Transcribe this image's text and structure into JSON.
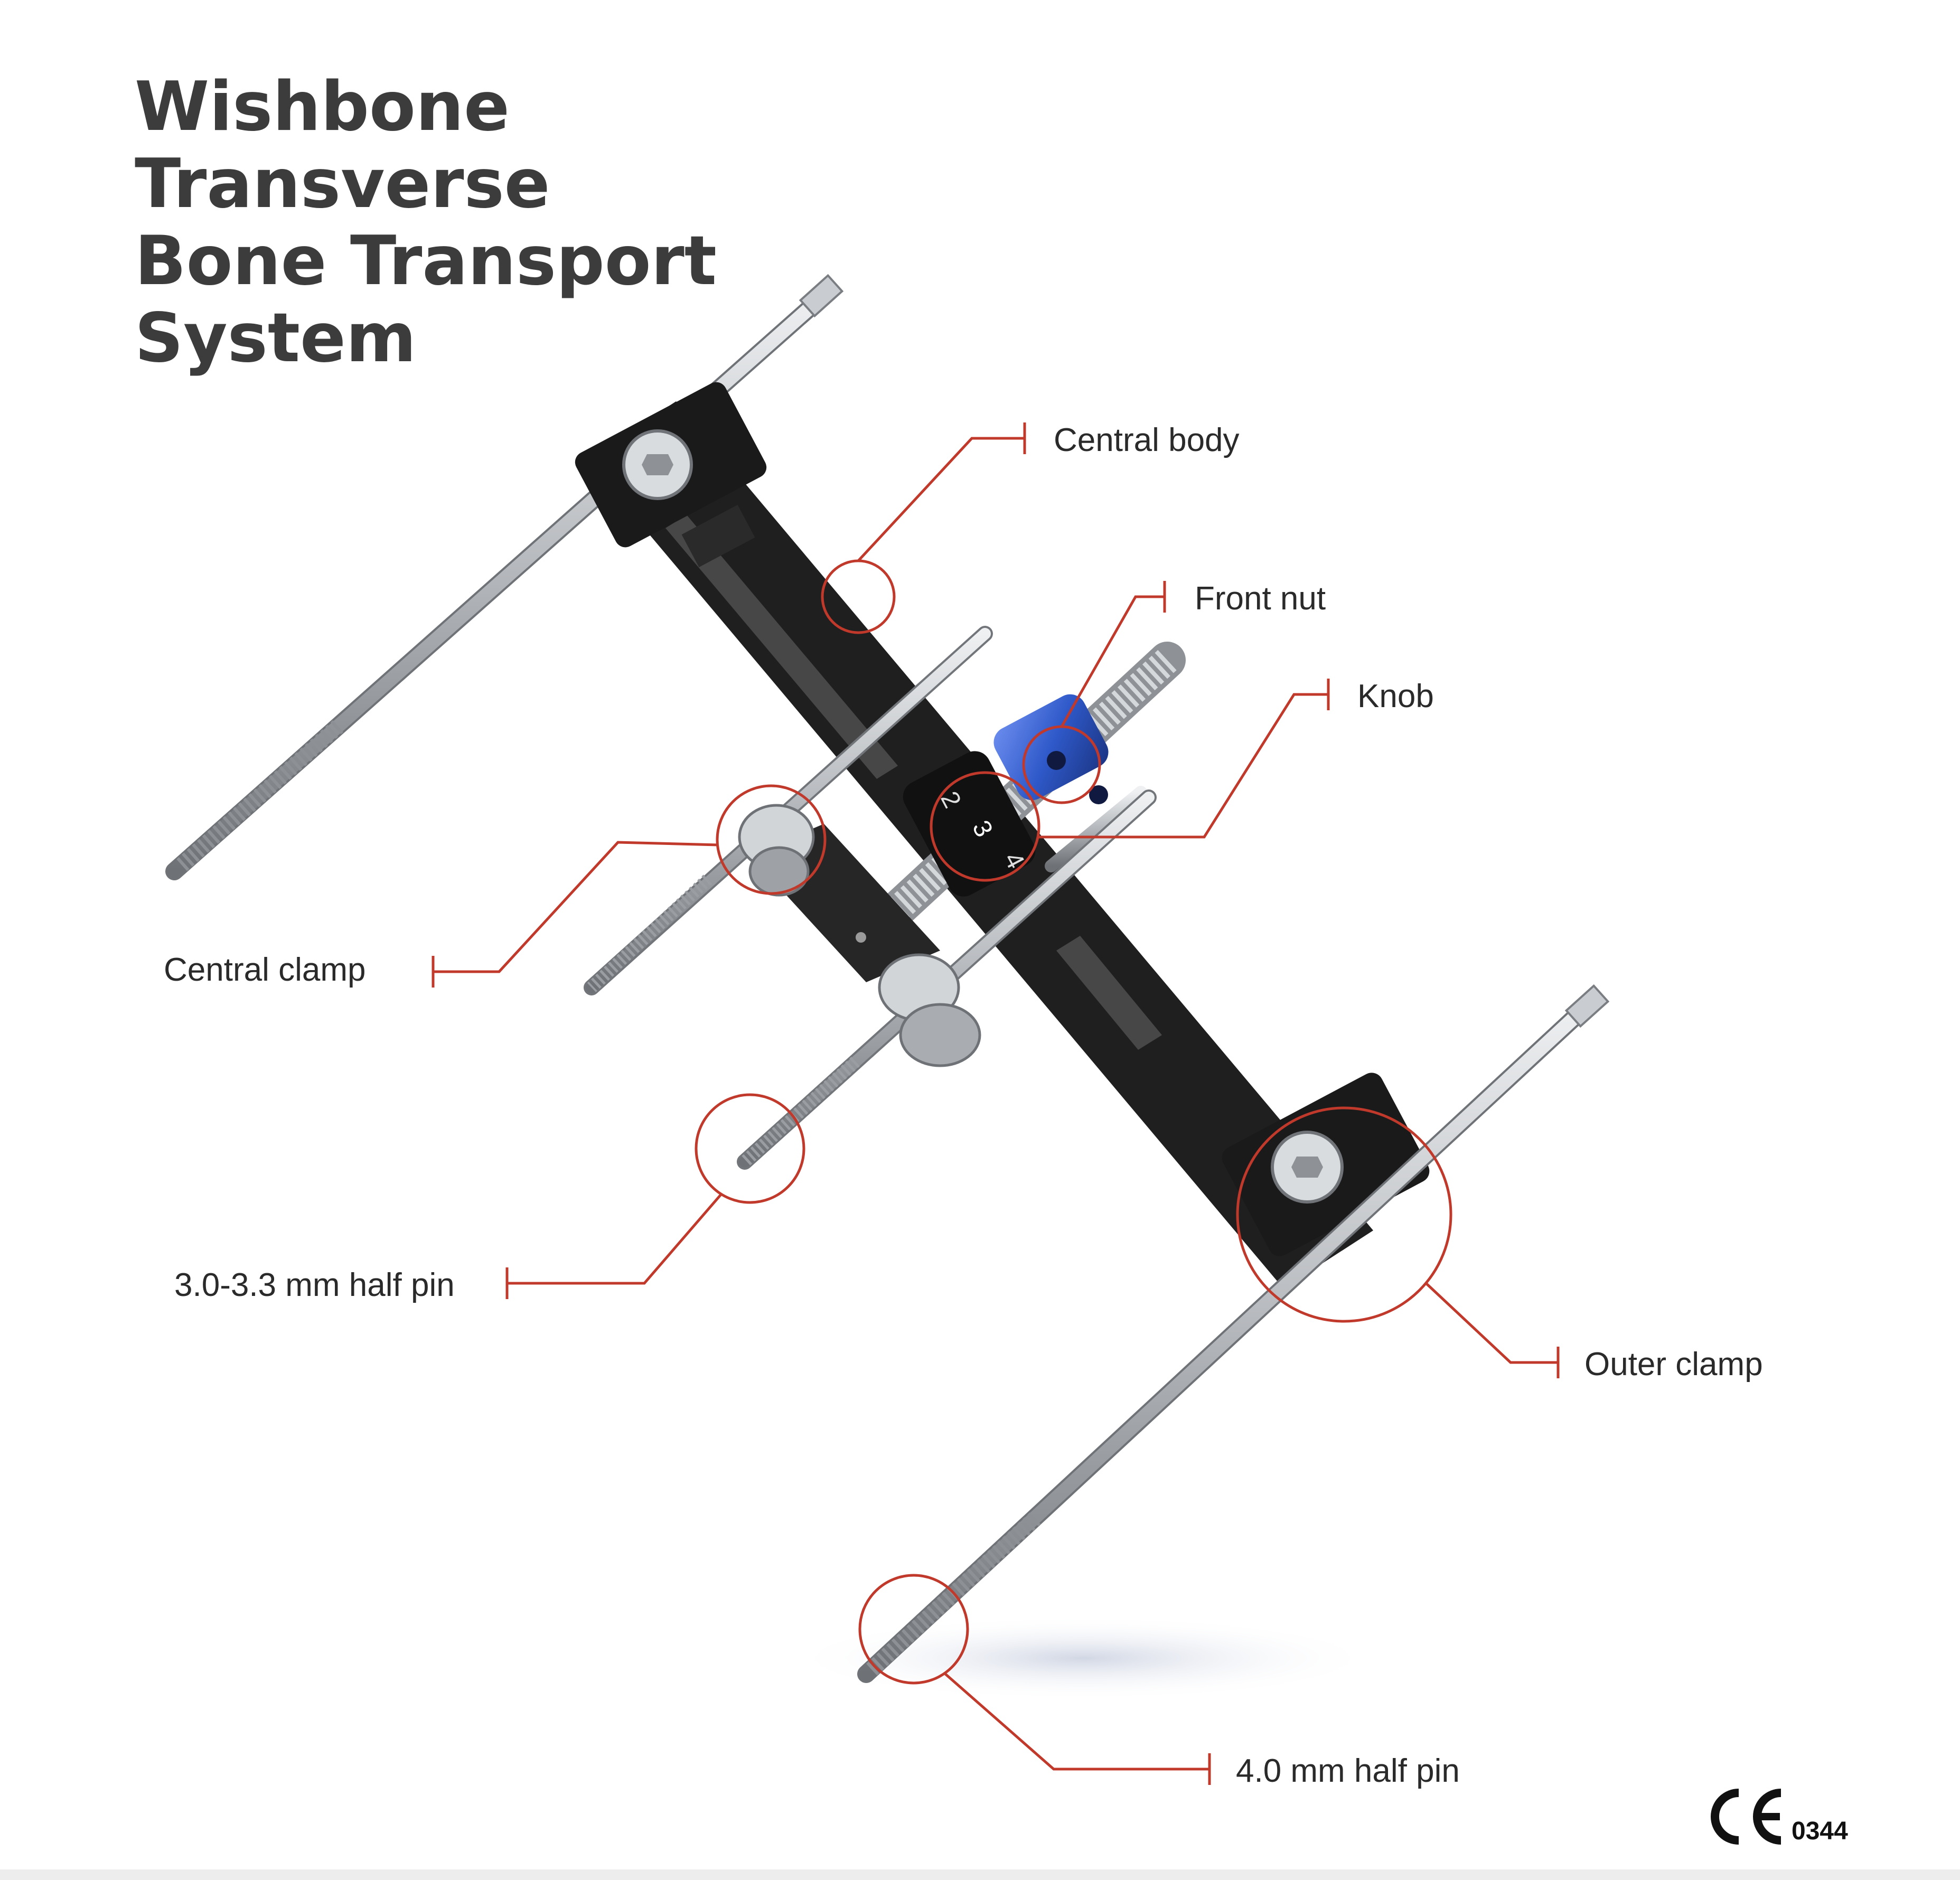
{
  "title_lines": [
    "Wishbone",
    "Transverse",
    "Bone Transport",
    "System"
  ],
  "callouts": {
    "central_body": "Central body",
    "front_nut": "Front nut",
    "knob": "Knob",
    "central_clamp": "Central clamp",
    "half_pin_small": "3.0-3.3 mm half pin",
    "outer_clamp": "Outer clamp",
    "half_pin_large": "4.0 mm half pin"
  },
  "certification": {
    "mark": "CE",
    "code": "0344"
  },
  "colors": {
    "callout": "#c0392b",
    "title": "#3c3c3c",
    "frame": "#1f1f1f",
    "knob": "#2f59c9",
    "steel": "#b9bcc0"
  },
  "knob_markings": [
    "2",
    "3",
    "4"
  ]
}
